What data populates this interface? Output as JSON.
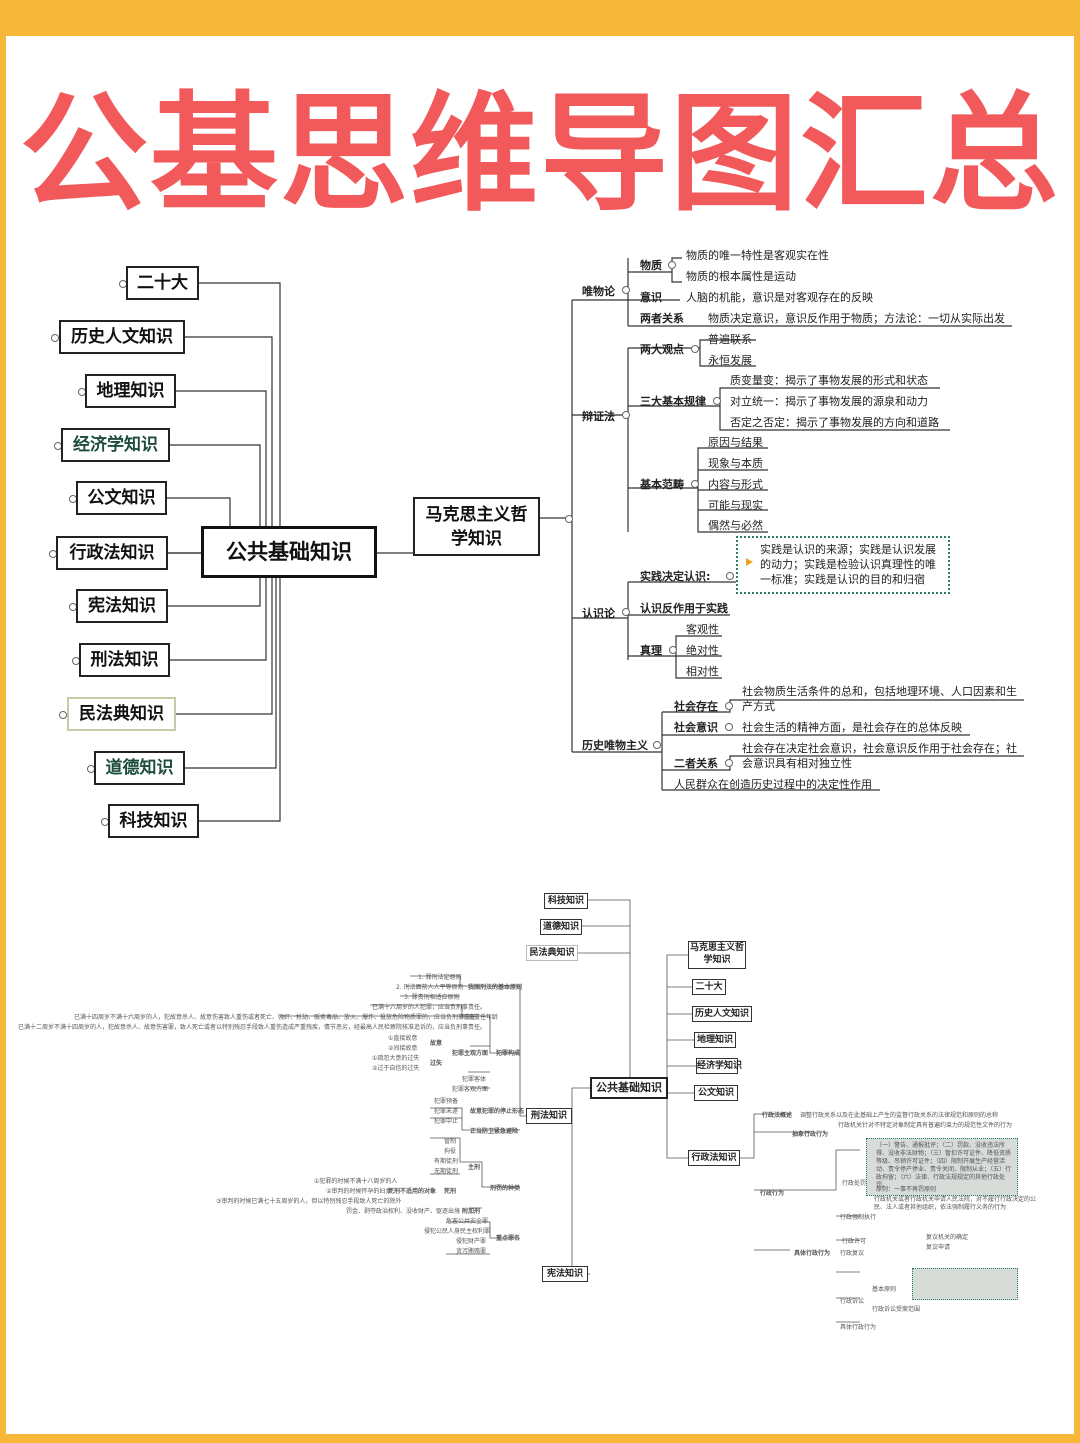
{
  "title": "公基思维导图汇总",
  "colors": {
    "background": "#f7b83a",
    "title": "#f2595b",
    "callout_border": "#2e7f5c"
  },
  "top_map": {
    "center": "公共基础知识",
    "left_branches": [
      "二十大",
      "历史人文知识",
      "地理知识",
      "经济学知识",
      "公文知识",
      "行政法知识",
      "宪法知识",
      "刑法知识",
      "民法典知识",
      "道德知识",
      "科技知识"
    ],
    "philosophy": "马克思主义哲学知识",
    "materialism": {
      "label": "唯物论",
      "matter": {
        "label": "物质",
        "items": [
          "物质的唯一特性是客观实在性",
          "物质的根本属性是运动"
        ]
      },
      "consciousness": {
        "label": "意识",
        "text": "人脑的机能，意识是对客观存在的反映"
      },
      "relation": {
        "label": "两者关系",
        "text": "物质决定意识，意识反作用于物质；方法论：一切从实际出发"
      }
    },
    "dialectics": {
      "label": "辩证法",
      "views": {
        "label": "两大观点",
        "items": [
          "普遍联系",
          "永恒发展"
        ]
      },
      "laws": {
        "label": "三大基本规律",
        "items": [
          "质变量变：揭示了事物发展的形式和状态",
          "对立统一：揭示了事物发展的源泉和动力",
          "否定之否定：揭示了事物发展的方向和道路"
        ]
      },
      "categories": {
        "label": "基本范畴",
        "items": [
          "原因与结果",
          "现象与本质",
          "内容与形式",
          "可能与现实",
          "偶然与必然"
        ]
      }
    },
    "epistemology": {
      "label": "认识论",
      "practice": {
        "label": "实践决定认识:",
        "callout": [
          "实践是认识的来源；实践是认识发展",
          "的动力；实践是检验认识真理性的唯",
          "一标准；实践是认识的目的和归宿"
        ]
      },
      "reaction": "认识反作用于实践",
      "truth": {
        "label": "真理",
        "items": [
          "客观性",
          "绝对性",
          "相对性"
        ]
      }
    },
    "historical": {
      "label": "历史唯物主义",
      "existence": {
        "label": "社会存在",
        "text": [
          "社会物质生活条件的总和，包括地理环境、人口因素和生",
          "产方式"
        ]
      },
      "social_consciousness": {
        "label": "社会意识",
        "text": "社会生活的精神方面，是社会存在的总体反映"
      },
      "relation": {
        "label": "二者关系",
        "text": [
          "社会存在决定社会意识，社会意识反作用于社会存在；社",
          "会意识具有相对独立性"
        ]
      },
      "masses": "人民群众在创造历史过程中的决定性作用"
    }
  },
  "bottom_map": {
    "center": "公共基础知识",
    "left_top": [
      "科技知识",
      "道德知识",
      "民法典知识"
    ],
    "left_main": "刑法知识",
    "left_bottom": "宪法知识",
    "right": [
      "马克思主义哲学知识",
      "二十大",
      "历史人文知识",
      "地理知识",
      "经济学知识",
      "公文知识",
      "行政法知识"
    ],
    "criminal_law": {
      "principles": {
        "label": "我国刑法的基本原则",
        "items": [
          "1. 罪刑法定原则",
          "2. 刑法面前人人平等原则",
          "3. 罪责刑相适应原则"
        ]
      },
      "age": [
        "已满十六周岁的人犯罪，应当负刑事责任。",
        "已满十四周岁不满十六周岁的人，犯故意杀人、故意伤害致人重伤或者死亡、强奸、抢劫、贩卖毒品、放火、爆炸、投放危险物质罪的，应当负刑事责任。",
        "已满十二周岁不满十四周岁的人，犯故意杀人、故意伤害罪，致人死亡或者以特别残忍手段致人重伤造成严重残疾，情节恶劣，经最高人民检察院核准追诉的，应当负刑事责任。"
      ],
      "responsibility_age": "刑事责任年龄",
      "intent": {
        "label": "故意",
        "items": [
          "①直接故意",
          "②间接故意"
        ]
      },
      "negligence": {
        "label": "过失",
        "items": [
          "①疏忽大意的过失",
          "②过于自信的过失"
        ]
      },
      "subjective": "犯罪主观方面",
      "constitution": "犯罪构成",
      "object": "犯罪客体",
      "objective": "犯罪客观方面",
      "stages": {
        "label": "故意犯罪的停止形态",
        "items": [
          "犯罪预备",
          "犯罪未遂",
          "犯罪中止"
        ]
      },
      "defense": "正当防卫紧急避险",
      "principal": {
        "label": "主刑",
        "items": [
          "管制",
          "拘役",
          "有期徒刑",
          "无期徒刑",
          "死刑"
        ]
      },
      "no_death": {
        "label": "死刑不适用的对象",
        "items": [
          "①犯罪的时候不满十八周岁的人",
          "②审判的时候怀孕的妇女",
          "③审判的时候已满七十五周岁的人，但以特别残忍手段致人死亡的除外"
        ]
      },
      "death": "死刑",
      "supplementary": {
        "label": "附加刑",
        "text": "罚金、剥夺政治权利、没收财产、驱逐出境"
      },
      "punishment": "刑罚的种类",
      "key_crimes": {
        "label": "重点罪名",
        "items": [
          "危害公共安全罪",
          "侵犯公民人身民主权利罪",
          "侵犯财产罪",
          "贪污贿赂罪"
        ]
      }
    },
    "admin_law": {
      "overview": {
        "label": "行政法概述",
        "text": "调整行政关系以及在此基础上产生的监督行政关系的法律规范和原则的总称"
      },
      "abstract": {
        "label": "抽象行政行为",
        "text": "行政机关针对不特定对象制定具有普遍约束力的规范性文件的行为"
      },
      "penalty": {
        "label": "行政处罚",
        "items": [
          "（一）警告、通报批评；（二）罚款、没收违法所得、没收非法财物；（三）暂扣许可证件、降低资质等级、吊销许可证件；（四）限制开展生产经营活动、责令停产停业、责令关闭、限制从业；（五）行政拘留；（六）法律、行政法规规定的其他行政处罚。",
          "原则：一事不再罚原则"
        ]
      },
      "concrete": "具体行政行为",
      "permit": "行政许可",
      "enforce": {
        "label": "行政强制执行",
        "text": "行政机关或者行政机关申请人民法院，对不履行行政决定的公民、法人或者其他组织，依法强制履行义务的行为"
      },
      "reconsideration": {
        "label": "行政复议",
        "items": [
          "复议机关的确定",
          "复议申请"
        ]
      },
      "litigation": {
        "label": "行政诉讼",
        "items": [
          "基本原则",
          "行政诉讼受案范围"
        ]
      },
      "note": "具体行政行为",
      "act": "行政行为"
    }
  }
}
